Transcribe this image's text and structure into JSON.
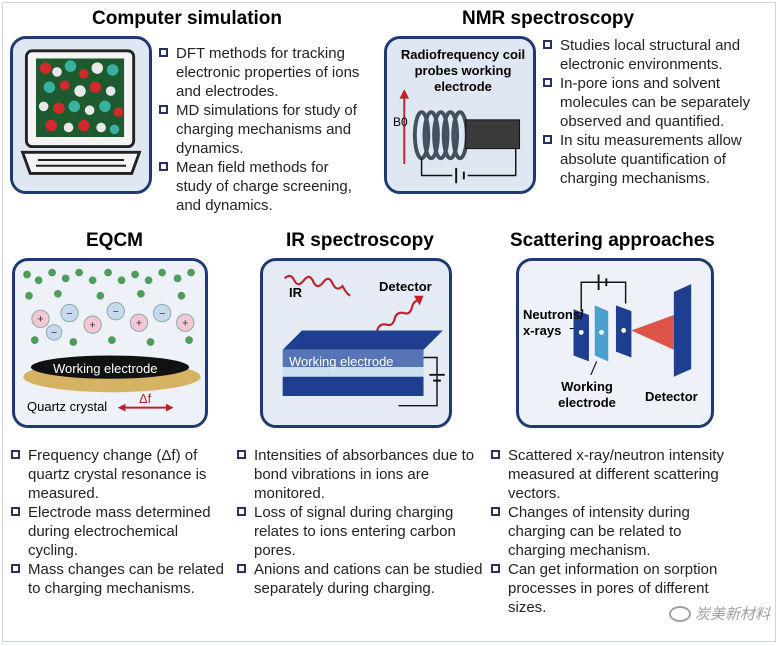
{
  "sections": {
    "computer_simulation": {
      "title": "Computer simulation",
      "bullets": [
        "DFT methods for tracking electronic properties of ions and electrodes.",
        "MD simulations for study of charging mechanisms and dynamics.",
        "Mean field methods for study of charge screening, and dynamics."
      ]
    },
    "nmr": {
      "title": "NMR spectroscopy",
      "diagram_label": "Radiofrequency coil probes working electrode",
      "field_label": "B0",
      "bullets": [
        "Studies local structural and electronic environments.",
        "In-pore ions and solvent molecules can be separately observed and quantified.",
        "In situ measurements allow absolute quantification of charging mechanisms."
      ]
    },
    "eqcm": {
      "title": "EQCM",
      "electrode_label": "Working electrode",
      "crystal_label": "Quartz crystal",
      "delta_label": "Δf",
      "bullets": [
        "Frequency change (Δf) of quartz crystal resonance is measured.",
        "Electrode mass determined during electrochemical cycling.",
        "Mass changes can be related to charging mechanisms."
      ]
    },
    "ir": {
      "title": "IR spectroscopy",
      "ir_label": "IR",
      "detector_label": "Detector",
      "electrode_label": "Working electrode",
      "bullets": [
        "Intensities of absorbances due to bond vibrations in ions are monitored.",
        "Loss of signal during charging relates to ions entering carbon pores.",
        "Anions and cations can be studied separately during charging."
      ]
    },
    "scattering": {
      "title": "Scattering approaches",
      "source_label": "Neutrons/ x-rays",
      "electrode_label": "Working electrode",
      "detector_label": "Detector",
      "bullets": [
        "Scattered x-ray/neutron intensity measured at different scattering vectors.",
        "Changes of intensity during charging can be related to charging mechanism.",
        "Can get information on sorption processes in pores of different sizes."
      ]
    }
  },
  "watermark": "炭美新材料",
  "colors": {
    "panel_border": "#1f3a73",
    "panel_fill": "#dfe7f3",
    "accent_red": "#c0202a",
    "electrode_blue": "#1e3f8f"
  }
}
